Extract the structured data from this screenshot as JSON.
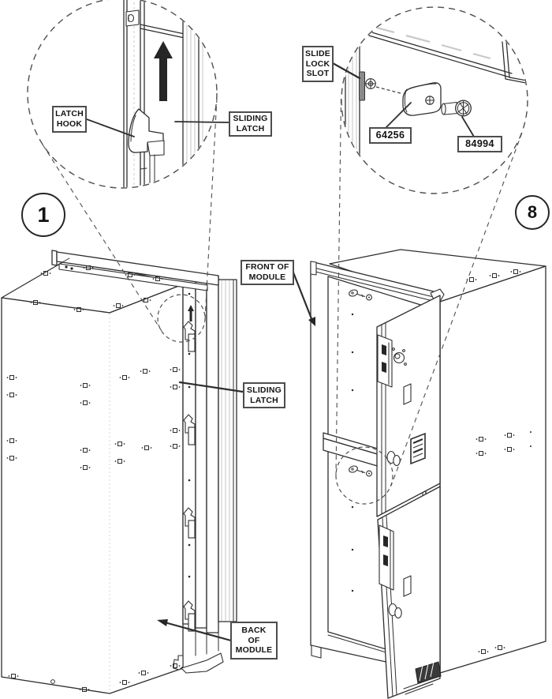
{
  "step_badges": {
    "step1": "1",
    "step8": "8"
  },
  "callout_labels": {
    "latch_hook": "LATCH\nHOOK",
    "sliding_latch_detail": "SLIDING\nLATCH",
    "slide_lock_slot": "SLIDE\nLOCK\nSLOT",
    "part_number_lock": "64256",
    "part_number_screw": "84994",
    "front_of_module": "FRONT OF\nMODULE",
    "sliding_latch": "SLIDING\nLATCH",
    "back_of_module": "BACK\nOF\nMODULE"
  },
  "icons": [
    "up-arrow-icon",
    "detail-circle-icon",
    "key-icon",
    "screw-icon",
    "lock-cam-icon",
    "latch-hook-icon"
  ],
  "colors": {
    "line": "#2e2e2e",
    "light_line": "#c9c9c9",
    "dash": "#4f4f4f",
    "label_border": "#4d4d4d",
    "text": "#141414",
    "background": "#ffffff",
    "arrow_fill": "#262626",
    "slot_fill": "#8a8a8a",
    "hatch_fill": "#3a3a3a"
  }
}
